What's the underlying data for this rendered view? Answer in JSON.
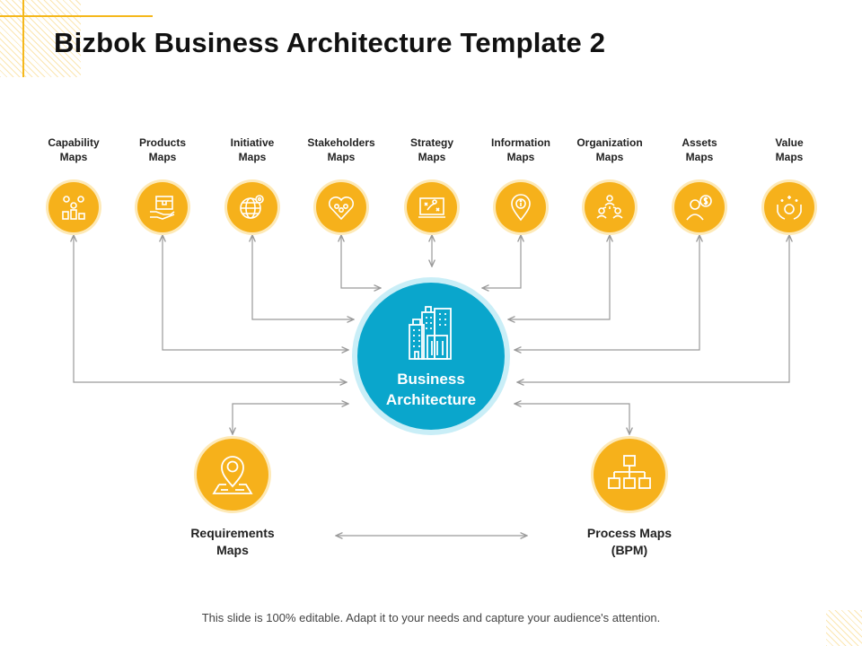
{
  "title": "Bizbok Business Architecture Template 2",
  "maps": [
    {
      "line1": "Capability",
      "line2": "Maps",
      "icon": "capability-icon"
    },
    {
      "line1": "Products",
      "line2": "Maps",
      "icon": "box-hand-icon"
    },
    {
      "line1": "Initiative",
      "line2": "Maps",
      "icon": "globe-pin-icon"
    },
    {
      "line1": "Stakeholders",
      "line2": "Maps",
      "icon": "stakeholders-heart-icon"
    },
    {
      "line1": "Strategy",
      "line2": "Maps",
      "icon": "strategy-board-icon"
    },
    {
      "line1": "Information",
      "line2": "Maps",
      "icon": "info-pin-icon"
    },
    {
      "line1": "Organization",
      "line2": "Maps",
      "icon": "org-chart-icon"
    },
    {
      "line1": "Assets",
      "line2": "Maps",
      "icon": "person-dollar-icon"
    },
    {
      "line1": "Value",
      "line2": "Maps",
      "icon": "hands-sparkle-icon"
    }
  ],
  "center": {
    "line1": "Business",
    "line2": "Architecture",
    "icon": "buildings-icon"
  },
  "requirements": {
    "line1": "Requirements",
    "line2": "Maps",
    "icon": "location-map-icon"
  },
  "process": {
    "line1": "Process Maps",
    "line2": "(BPM)",
    "icon": "process-flow-icon"
  },
  "footer": "This slide is 100% editable. Adapt it to your needs and capture your audience's attention.",
  "colors": {
    "accent": "#f6b11b",
    "center": "#0aa6cc",
    "connector": "#9a9a9a"
  }
}
